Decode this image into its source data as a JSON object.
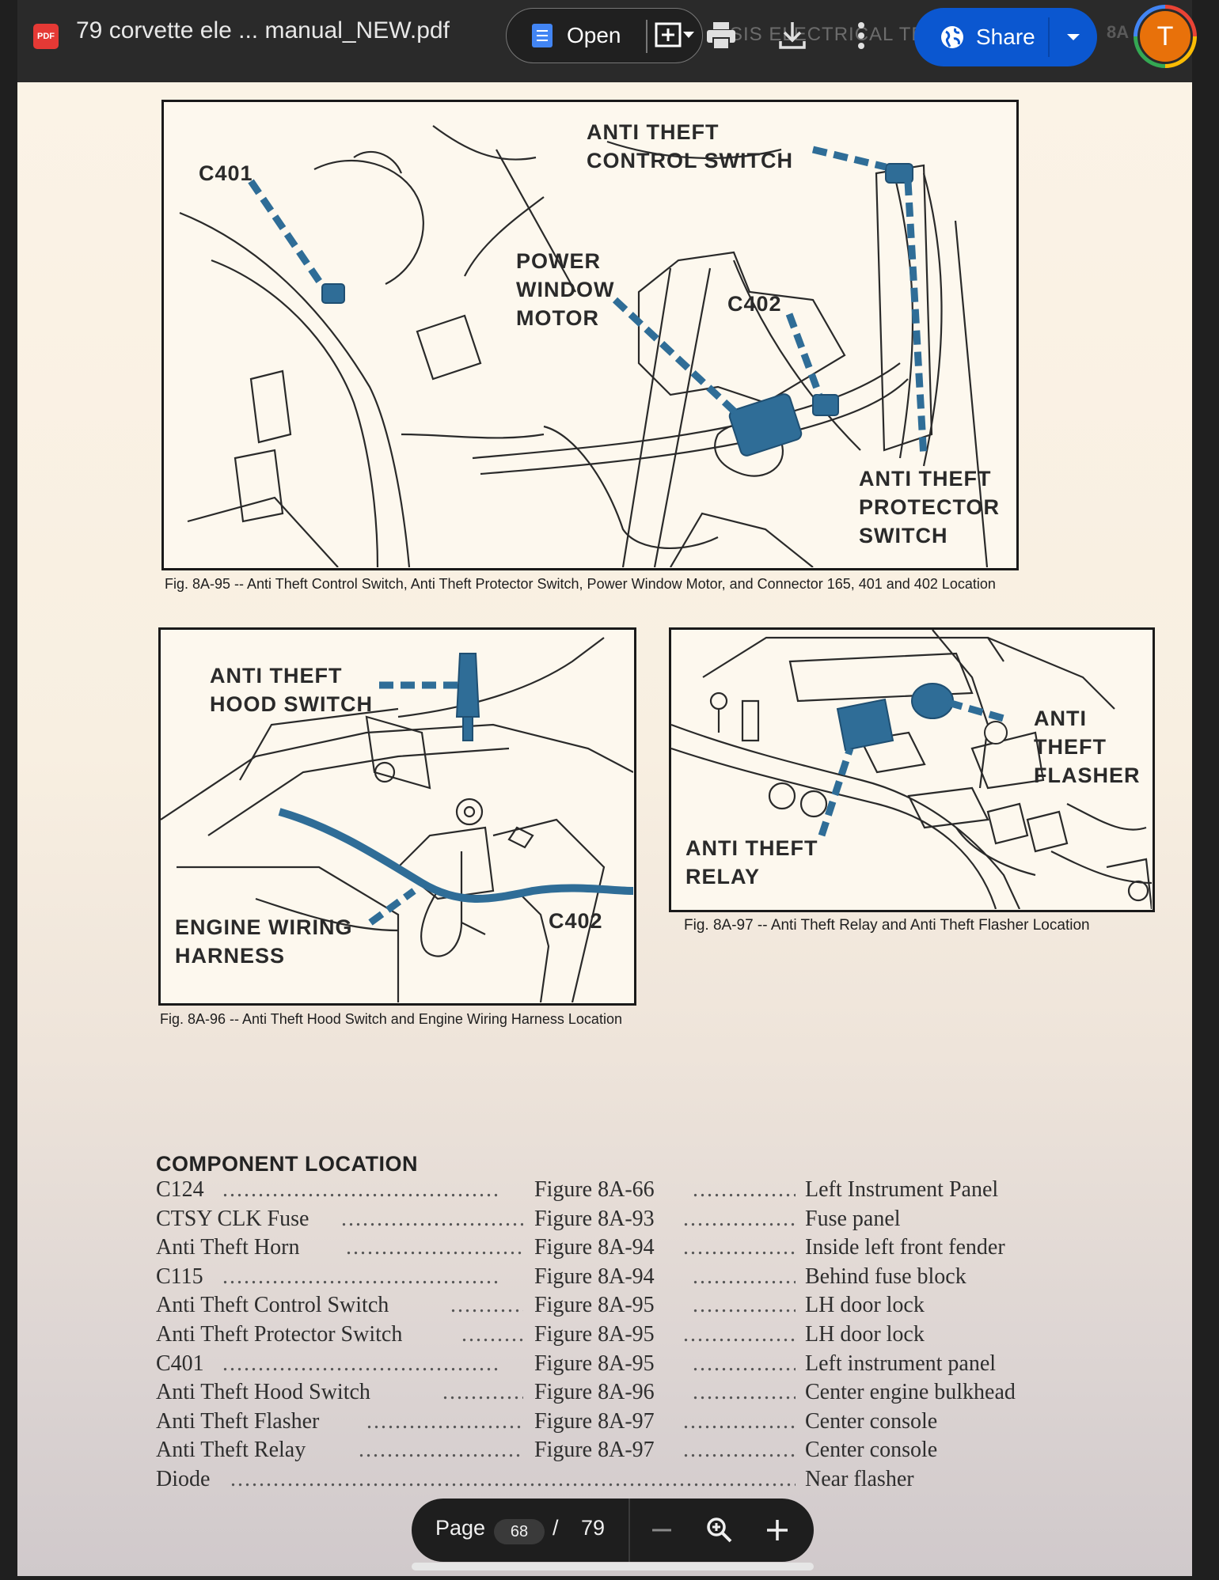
{
  "toolbar": {
    "file_badge": "PDF",
    "title": "79 corvette ele ... manual_NEW.pdf",
    "background_header_text": "SIS ELECTRICAL TR",
    "open_label": "Open",
    "share_label": "Share",
    "avatar_letter": "T",
    "page_corner_text": "8A"
  },
  "figures": {
    "fig95": {
      "labels": {
        "c401": "C401",
        "control_switch": "ANTI THEFT\nCONTROL SWITCH",
        "window_motor": "POWER\nWINDOW\nMOTOR",
        "c402": "C402",
        "protector_switch": "ANTI THEFT\nPROTECTOR\nSWITCH"
      },
      "caption": "Fig. 8A-95 -- Anti Theft Control Switch, Anti Theft Protector Switch, Power Window Motor, and Connector 165, 401 and 402 Location"
    },
    "fig96": {
      "labels": {
        "hood_switch": "ANTI THEFT\nHOOD SWITCH",
        "wiring_harness": "ENGINE WIRING\nHARNESS",
        "c402": "C402"
      },
      "caption": "Fig. 8A-96 -- Anti Theft Hood Switch and Engine Wiring Harness Location"
    },
    "fig97": {
      "labels": {
        "flasher": "ANTI\nTHEFT\nFLASHER",
        "relay": "ANTI THEFT\nRELAY"
      },
      "caption": "Fig. 8A-97 -- Anti Theft Relay and Anti Theft Flasher Location"
    }
  },
  "component_location": {
    "heading": "COMPONENT LOCATION",
    "rows": [
      {
        "name": "C124",
        "figure": "Figure 8A-66",
        "location": "Left Instrument Panel"
      },
      {
        "name": "CTSY CLK Fuse",
        "figure": "Figure 8A-93",
        "location": "Fuse panel"
      },
      {
        "name": "Anti Theft Horn",
        "figure": "Figure 8A-94",
        "location": "Inside left front fender"
      },
      {
        "name": "C115",
        "figure": "Figure 8A-94",
        "location": "Behind fuse block"
      },
      {
        "name": "Anti Theft Control Switch",
        "figure": "Figure 8A-95",
        "location": "LH door lock"
      },
      {
        "name": "Anti Theft Protector Switch",
        "figure": "Figure 8A-95",
        "location": "LH door lock"
      },
      {
        "name": "C401",
        "figure": "Figure 8A-95",
        "location": "Left instrument panel"
      },
      {
        "name": "Anti Theft Hood Switch",
        "figure": "Figure 8A-96",
        "location": "Center engine bulkhead"
      },
      {
        "name": "Anti Theft Flasher",
        "figure": "Figure 8A-97",
        "location": "Center console"
      },
      {
        "name": "Anti Theft Relay",
        "figure": "Figure 8A-97",
        "location": "Center console"
      },
      {
        "name": "Diode",
        "figure": "",
        "location": "Near flasher"
      }
    ]
  },
  "page_controls": {
    "label": "Page",
    "current": "68",
    "separator": "/",
    "total": "79"
  },
  "colors": {
    "illustration_blue": "#2f6d97",
    "share_blue": "#0b57d0",
    "avatar_orange": "#e8710a"
  },
  "icons": [
    "pdf-file-icon",
    "docs-icon",
    "open-with-icon",
    "print-icon",
    "download-icon",
    "more-vert-icon",
    "globe-icon",
    "dropdown-icon",
    "zoom-out-icon",
    "zoom-icon",
    "zoom-in-icon"
  ]
}
